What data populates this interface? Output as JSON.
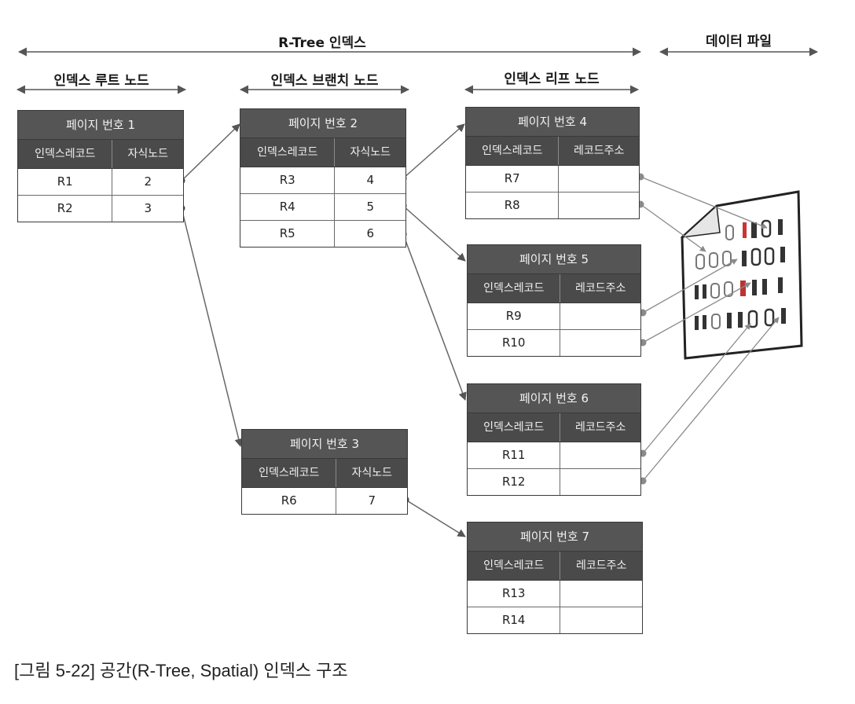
{
  "sections": {
    "rtree_index": "R-Tree 인덱스",
    "data_file": "데이터 파일",
    "root_node": "인덱스 루트 노드",
    "branch_node": "인덱스 브랜치 노드",
    "leaf_node": "인덱스 리프 노드"
  },
  "nodes": {
    "page1": {
      "title": "페이지 번호 1",
      "col1": "인덱스레코드",
      "col2": "자식노드",
      "rows": [
        {
          "key": "R1",
          "val": "2"
        },
        {
          "key": "R2",
          "val": "3"
        }
      ]
    },
    "page2": {
      "title": "페이지 번호 2",
      "col1": "인덱스레코드",
      "col2": "자식노드",
      "rows": [
        {
          "key": "R3",
          "val": "4"
        },
        {
          "key": "R4",
          "val": "5"
        },
        {
          "key": "R5",
          "val": "6"
        }
      ]
    },
    "page3": {
      "title": "페이지 번호 3",
      "col1": "인덱스레코드",
      "col2": "자식노드",
      "rows": [
        {
          "key": "R6",
          "val": "7"
        }
      ]
    },
    "page4": {
      "title": "페이지 번호 4",
      "col1": "인덱스레코드",
      "col2": "레코드주소",
      "rows": [
        {
          "key": "R7",
          "val": ""
        },
        {
          "key": "R8",
          "val": ""
        }
      ]
    },
    "page5": {
      "title": "페이지 번호 5",
      "col1": "인덱스레코드",
      "col2": "레코드주소",
      "rows": [
        {
          "key": "R9",
          "val": ""
        },
        {
          "key": "R10",
          "val": ""
        }
      ]
    },
    "page6": {
      "title": "페이지 번호 6",
      "col1": "인덱스레코드",
      "col2": "레코드주소",
      "rows": [
        {
          "key": "R11",
          "val": ""
        },
        {
          "key": "R12",
          "val": ""
        }
      ]
    },
    "page7": {
      "title": "페이지 번호 7",
      "col1": "인덱스레코드",
      "col2": "레코드주소",
      "rows": [
        {
          "key": "R13",
          "val": ""
        },
        {
          "key": "R14",
          "val": ""
        }
      ]
    }
  },
  "caption": "[그림 5-22] 공간(R-Tree, Spatial) 인덱스 구조",
  "colors": {
    "header_bg": "#555555",
    "line": "#555555",
    "arrow": "#888888"
  }
}
